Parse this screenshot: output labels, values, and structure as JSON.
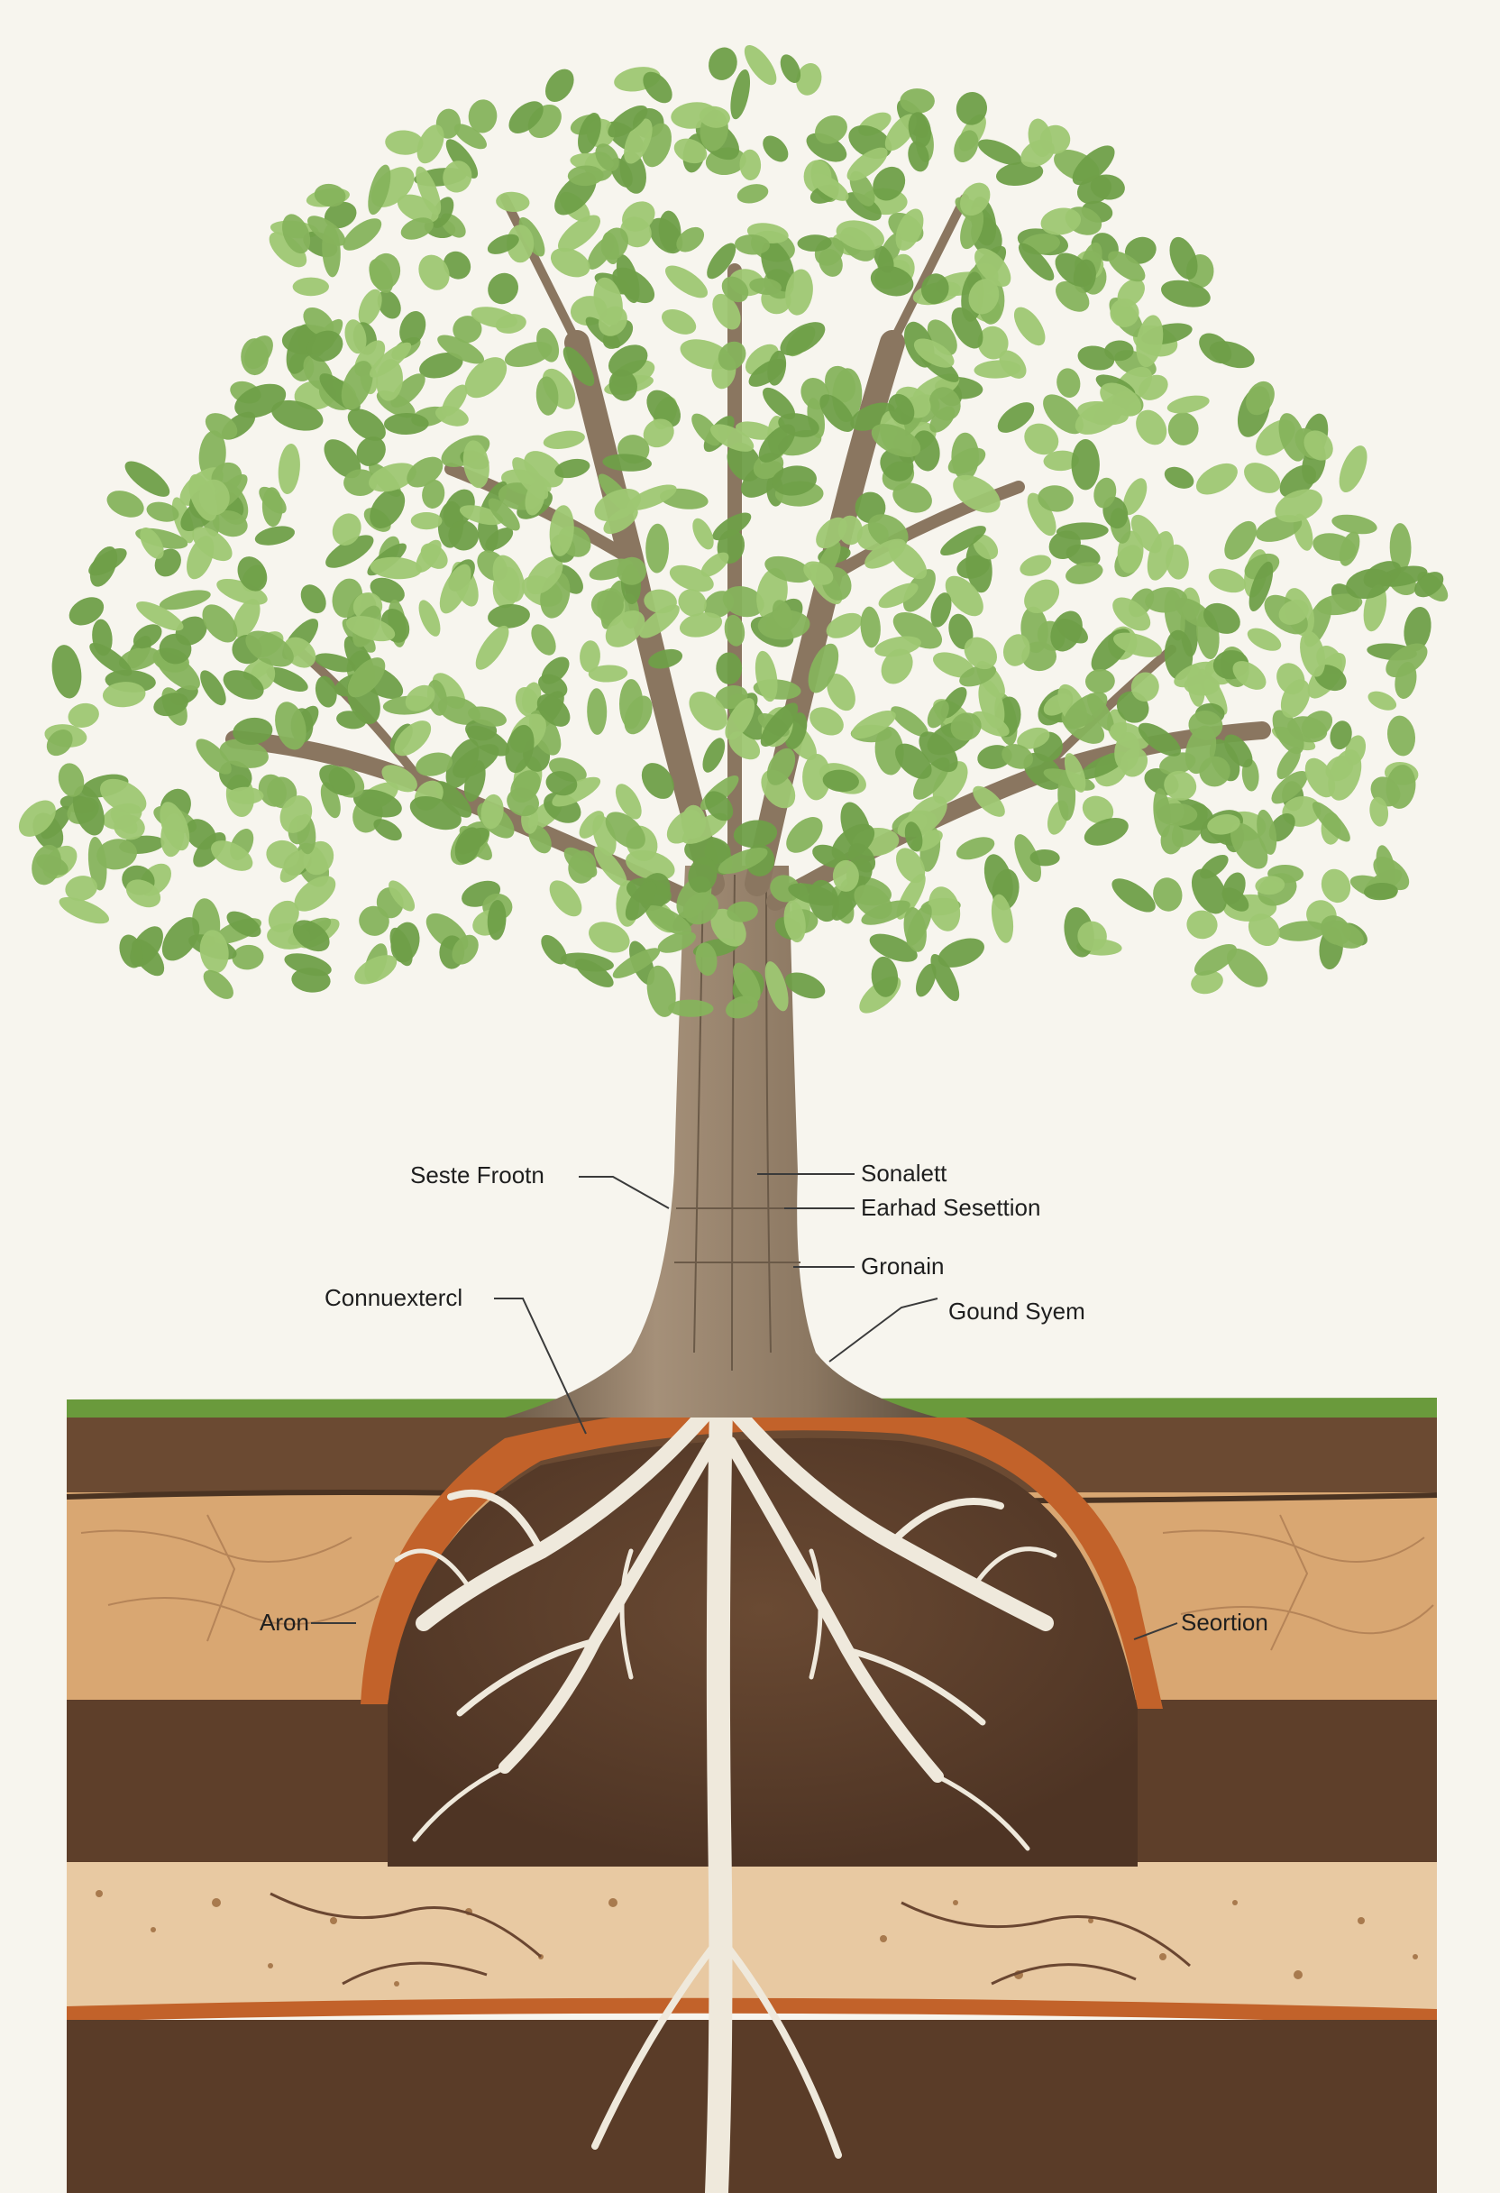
{
  "labels": {
    "seste_frootn": "Seste Frootn",
    "sonalett": "Sonalett",
    "earthad_sesettion": "Earhad Sesettion",
    "gronain": "Gronain",
    "connuextercl": "Connuextercl",
    "gound_syem": "Gound Syem",
    "aron": "Aron",
    "seortion": "Seortion"
  },
  "colors": {
    "background": "#f7f5ee",
    "leaf_light": "#9ec772",
    "leaf_mid": "#86b35c",
    "leaf_dark": "#6f9f48",
    "bark": "#8a7660",
    "bark_dark": "#6b5a48",
    "grass": "#6a9a3c",
    "topsoil": "#6b4a32",
    "subsoil": "#d9a772",
    "orange_band": "#c2622a",
    "dark_soil": "#5e3f2a",
    "sandy_layer": "#e8c9a2",
    "deep_soil": "#5a3c28",
    "roots": "#efe9dc"
  }
}
